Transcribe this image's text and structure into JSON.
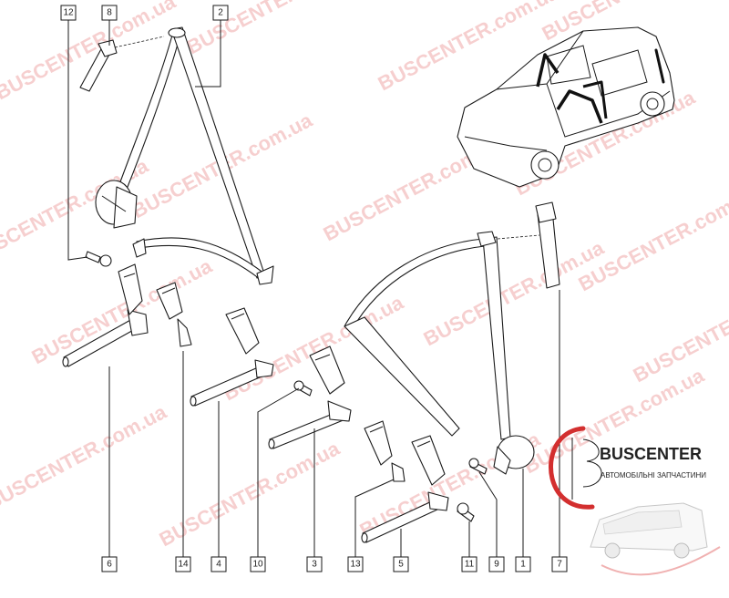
{
  "callouts": [
    {
      "id": "c12",
      "label": "12"
    },
    {
      "id": "c8",
      "label": "8"
    },
    {
      "id": "c2",
      "label": "2"
    },
    {
      "id": "c6",
      "label": "6"
    },
    {
      "id": "c14",
      "label": "14"
    },
    {
      "id": "c4",
      "label": "4"
    },
    {
      "id": "c10",
      "label": "10"
    },
    {
      "id": "c3",
      "label": "3"
    },
    {
      "id": "c13",
      "label": "13"
    },
    {
      "id": "c5",
      "label": "5"
    },
    {
      "id": "c11",
      "label": "11"
    },
    {
      "id": "c9",
      "label": "9"
    },
    {
      "id": "c1",
      "label": "1"
    },
    {
      "id": "c7",
      "label": "7"
    }
  ],
  "watermark": {
    "text": "BUSCENTER.com.ua"
  },
  "logo": {
    "name": "BUSCENTER",
    "tagline": "АВТОМОБІЛЬНІ ЗАПЧАСТИНИ"
  },
  "colors": {
    "accent": "#d32f2f",
    "watermark": "#f0a8a8",
    "line": "#1a1a1a"
  }
}
